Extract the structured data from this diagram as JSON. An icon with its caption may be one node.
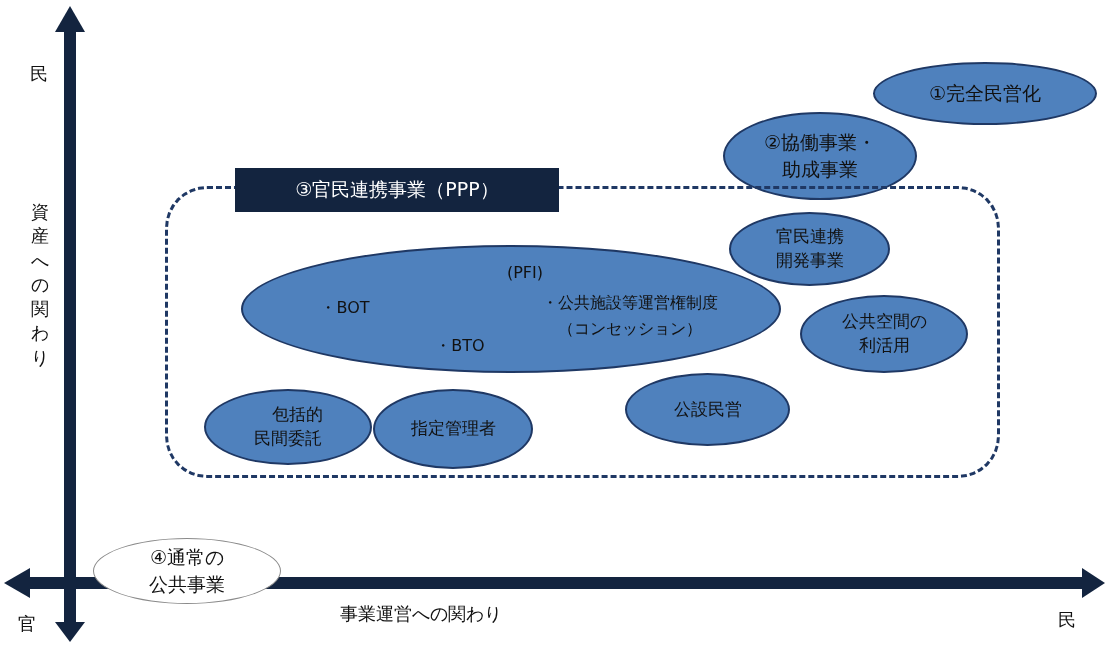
{
  "diagram": {
    "nodes": [
      {
        "text": [
          "①完全民営化"
        ]
      },
      {
        "text": [
          "②協働事業・助成事業"
        ]
      },
      {
        "text": [
          "③官民連携事業（PPP）"
        ]
      },
      {
        "text": [
          "(PFI)",
          "・BOT",
          "・BTO",
          "・公共施設等運営権制度（コンセッション）"
        ],
        "in": 2
      },
      {
        "text": [
          "官民連携開発事業"
        ],
        "in": 2
      },
      {
        "text": [
          "公共空間の利活用"
        ],
        "in": 2
      },
      {
        "text": [
          "公設民営"
        ],
        "in": 2
      },
      {
        "text": [
          "包括的民間委託"
        ],
        "in": 2
      },
      {
        "text": [
          "指定管理者"
        ],
        "in": 2
      },
      {
        "text": [
          "④通常の公共事業"
        ]
      }
    ],
    "edges": [],
    "labels": [
      "民",
      "資産への関わり",
      "官",
      "事業運営への関わり",
      "民"
    ]
  }
}
